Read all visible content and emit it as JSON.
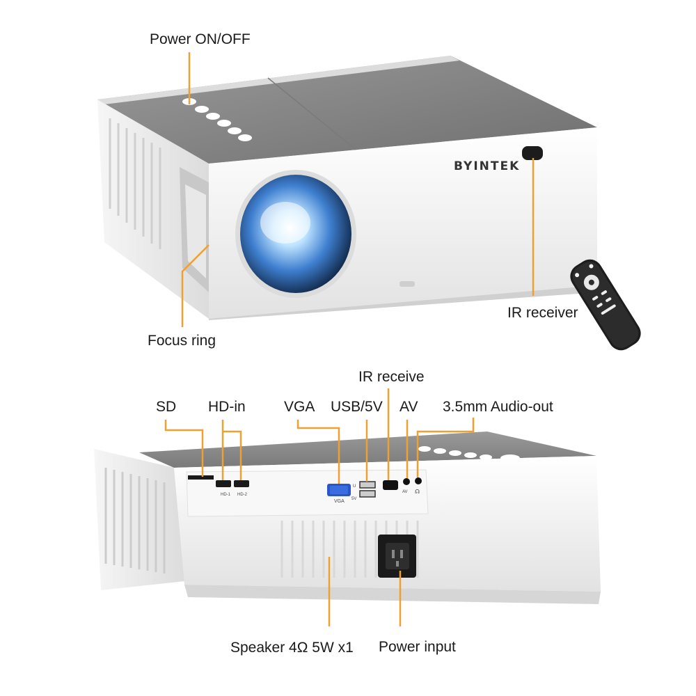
{
  "callouts": {
    "power": "Power ON/OFF",
    "focus": "Focus ring",
    "ir_top": "IR receiver",
    "sd": "SD",
    "hdin": "HD-in",
    "vga": "VGA",
    "usb": "USB/5V",
    "ir_back": "IR receive",
    "av": "AV",
    "audio": "3.5mm Audio-out",
    "speaker": "Speaker 4Ω 5W x1",
    "power_input": "Power input"
  },
  "device": {
    "brand": "BYINTEK",
    "port_labels": {
      "hd1": "HD-1",
      "hd2": "HD-2",
      "vga": "VGA",
      "av": "AV",
      "usb_top": "U",
      "usb_bottom": "5V"
    }
  },
  "colors": {
    "callout_line": "#f0a030",
    "text": "#1a1a1a",
    "body_white": "#f4f4f4",
    "top_gray": "#8a8a8a",
    "vga_blue": "#2a56c6"
  }
}
